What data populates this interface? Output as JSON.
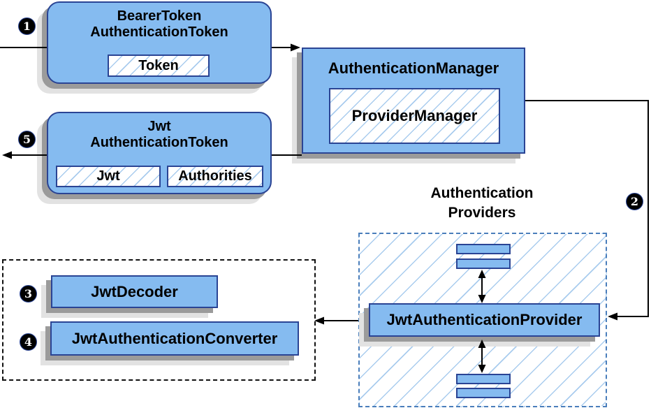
{
  "steps": {
    "s1": "1",
    "s2": "2",
    "s3": "3",
    "s4": "4",
    "s5": "5"
  },
  "bearer_box": {
    "title_line1": "BearerToken",
    "title_line2": "AuthenticationToken",
    "token_label": "Token"
  },
  "jwt_box": {
    "title_line1": "Jwt",
    "title_line2": "AuthenticationToken",
    "jwt_label": "Jwt",
    "authorities_label": "Authorities"
  },
  "manager_box": {
    "title": "AuthenticationManager",
    "inner_label": "ProviderManager"
  },
  "providers": {
    "label_line1": "Authentication",
    "label_line2": "Providers",
    "provider_label": "JwtAuthenticationProvider"
  },
  "converters": {
    "decoder_label": "JwtDecoder",
    "converter_label": "JwtAuthenticationConverter"
  },
  "colors": {
    "node_fill": "#85BBF0",
    "node_border": "#2A4494",
    "hatch_line": "#A9CCEE",
    "providers_dash_border": "#4A7EBB",
    "converters_dash_border": "#111111",
    "arrow": "#000000",
    "shadow_dark": "#9B9B9B",
    "shadow_light": "#E2E2E2",
    "badge_bg": "#000000",
    "badge_text": "#FFFFFF"
  }
}
